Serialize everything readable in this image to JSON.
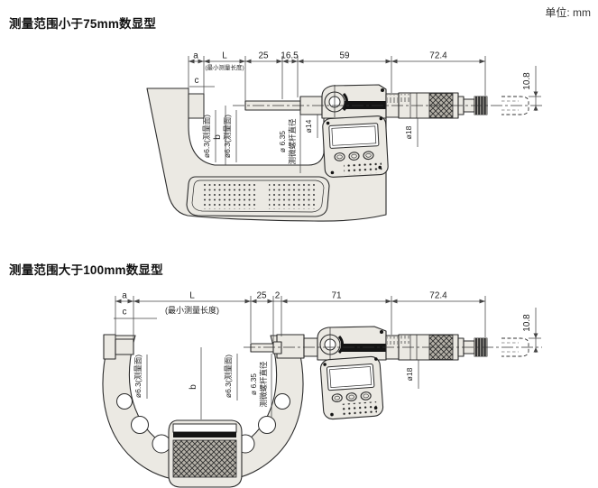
{
  "unit_label": "单位: mm",
  "colors": {
    "body_fill": "#ebe9e3",
    "outline": "#2b2b2b",
    "accent_black": "#141414",
    "lcd": "#ffffff"
  },
  "drawing_small": {
    "title": "测量范围小于75mm数显型",
    "dim_labels": {
      "a": "a",
      "l": "L",
      "min_length_note": "(最小测量长度)",
      "seg_25": "25",
      "seg_165": "16.5",
      "seg_59": "59",
      "seg_724": "72.4",
      "height_108": "10.8",
      "c": "c",
      "b": "b",
      "anvil_face_dia": "ø6.3(测量面)",
      "spindle_face_dia": "ø6.3(测量面)",
      "spindle_dia": "ø 6.35",
      "spindle_dia_note": "测微螺杆直径",
      "neck_dia": "ø14",
      "thimble_dia": "ø18"
    }
  },
  "drawing_large": {
    "title": "测量范围大于100mm数显型",
    "dim_labels": {
      "a": "a",
      "l": "L",
      "min_length_note": "(最小测量长度)",
      "seg_25": "25",
      "seg_2": "2",
      "seg_71": "71",
      "seg_724": "72.4",
      "height_108": "10.8",
      "c": "c",
      "b": "b",
      "anvil_face_dia": "ø6.3(测量面)",
      "spindle_face_dia": "ø6.3(测量面)",
      "spindle_dia": "ø 6.35",
      "spindle_dia_note": "测微螺杆直径",
      "thimble_dia": "ø18"
    }
  }
}
